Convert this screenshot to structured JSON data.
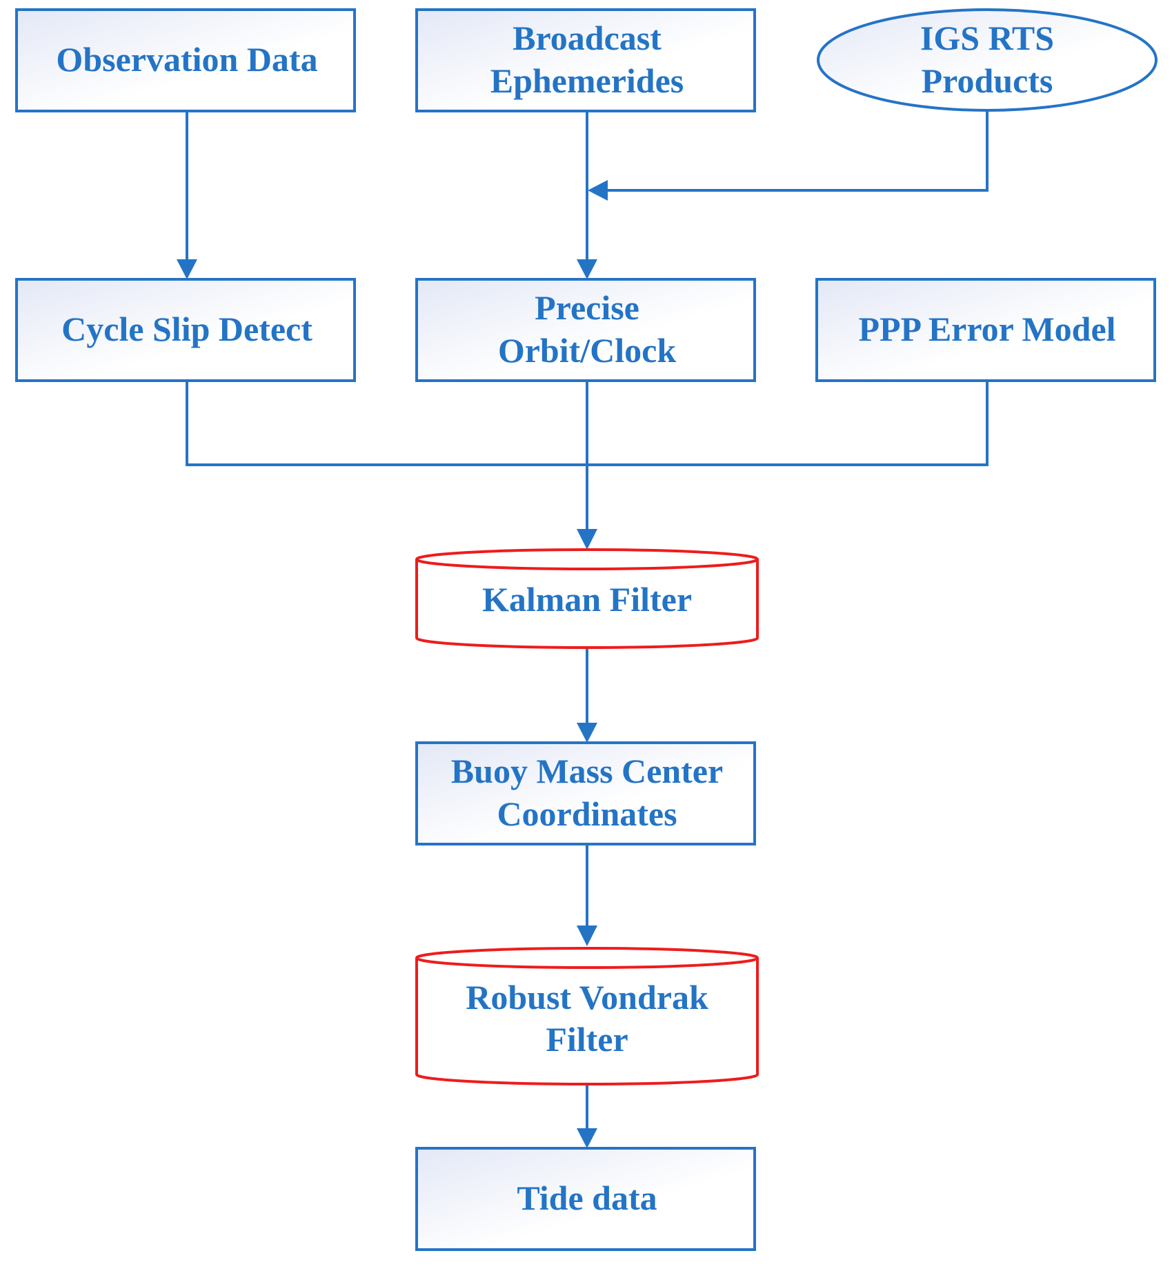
{
  "colors": {
    "box_stroke": "#2474c6",
    "box_fill_start": "#e3e8f6",
    "box_fill_end": "#ffffff",
    "cylinder_stroke": "#ee1c1c",
    "arrow": "#2474c6",
    "text": "#2474c6"
  },
  "nodes": {
    "observation_data": {
      "label": "Observation Data",
      "shape": "rectangle"
    },
    "broadcast_ephemerides": {
      "line1": "Broadcast",
      "line2": "Ephemerides",
      "shape": "rectangle"
    },
    "igs_rts_products": {
      "line1": "IGS RTS",
      "line2": "Products",
      "shape": "ellipse"
    },
    "cycle_slip_detect": {
      "label": "Cycle Slip Detect",
      "shape": "rectangle"
    },
    "precise_orbit_clock": {
      "line1": "Precise",
      "line2": "Orbit/Clock",
      "shape": "rectangle"
    },
    "ppp_error_model": {
      "label": "PPP Error Model",
      "shape": "rectangle"
    },
    "kalman_filter": {
      "label": "Kalman Filter",
      "shape": "cylinder"
    },
    "buoy_mass_center": {
      "line1": "Buoy Mass Center",
      "line2": "Coordinates",
      "shape": "rectangle"
    },
    "robust_vondrak_filter": {
      "line1": "Robust Vondrak",
      "line2": "Filter",
      "shape": "cylinder"
    },
    "tide_data": {
      "label": "Tide data",
      "shape": "rectangle"
    }
  },
  "edges": [
    {
      "from": "observation_data",
      "to": "cycle_slip_detect"
    },
    {
      "from": "broadcast_ephemerides",
      "to": "precise_orbit_clock"
    },
    {
      "from": "igs_rts_products",
      "to": "precise_orbit_clock"
    },
    {
      "from": "cycle_slip_detect",
      "to": "kalman_filter"
    },
    {
      "from": "precise_orbit_clock",
      "to": "kalman_filter"
    },
    {
      "from": "ppp_error_model",
      "to": "kalman_filter"
    },
    {
      "from": "kalman_filter",
      "to": "buoy_mass_center"
    },
    {
      "from": "buoy_mass_center",
      "to": "robust_vondrak_filter"
    },
    {
      "from": "robust_vondrak_filter",
      "to": "tide_data"
    }
  ]
}
